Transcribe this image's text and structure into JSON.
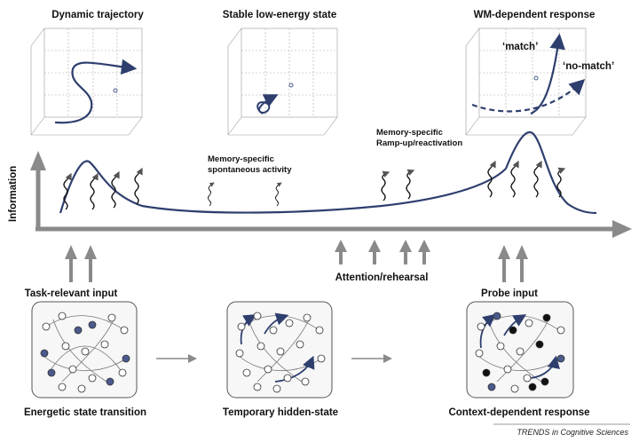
{
  "titles": {
    "left": "Dynamic trajectory",
    "middle": "Stable low-energy state",
    "right": "WM-dependent response"
  },
  "panel_labels": {
    "match": "‘match’",
    "no_match": "‘no-match’"
  },
  "axis": {
    "y_label": "Information"
  },
  "annotations": {
    "spontaneous_line1": "Memory-specific",
    "spontaneous_line2": "spontaneous activity",
    "rampup_line1": "Memory-specific",
    "rampup_line2": "Ramp-up/reactivation"
  },
  "inputs": {
    "task": "Task-relevant input",
    "attention": "Attention/rehearsal",
    "probe": "Probe input"
  },
  "networks": {
    "left": "Energetic state transition",
    "middle": "Temporary hidden-state",
    "right": "Context-dependent response"
  },
  "footer": "TRENDS in Cognitive Sciences",
  "colors": {
    "trajectory": "#2e3f6e",
    "arrow_gray": "#8a8a8a",
    "node_blue": "#4a5a8c",
    "node_black": "#111111"
  }
}
